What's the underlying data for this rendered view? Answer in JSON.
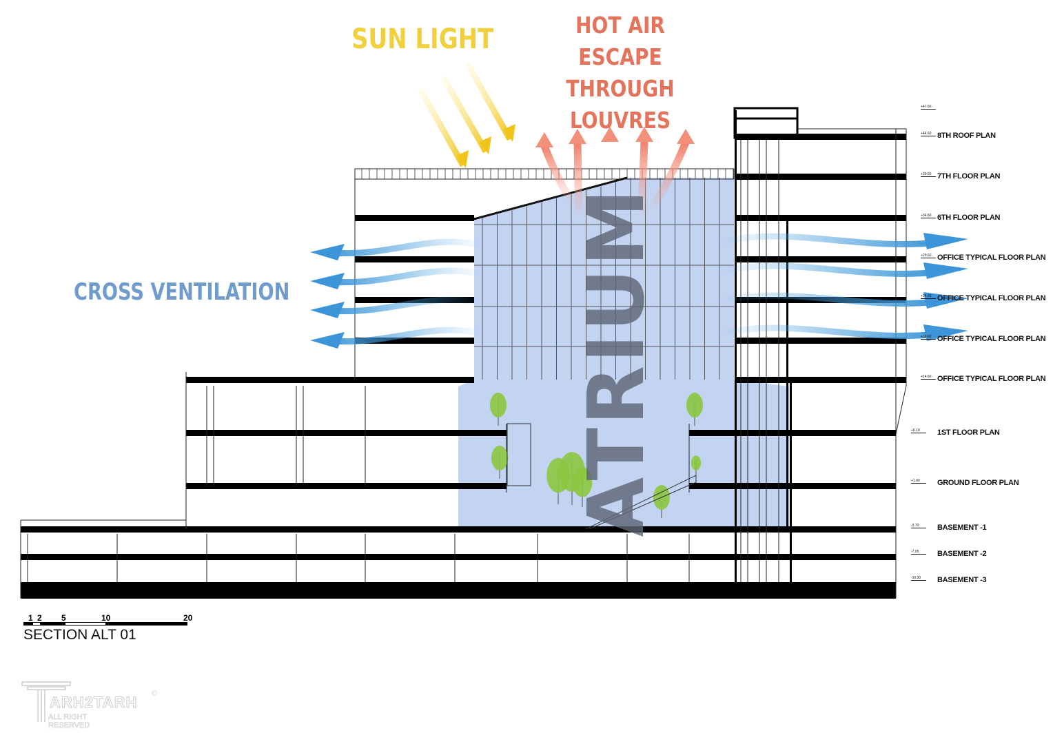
{
  "annotations": {
    "sun_light": "SUN LIGHT",
    "hot_air": [
      "HOT AIR",
      "ESCAPE",
      "THROUGH",
      "LOUVRES"
    ],
    "cross_ventilation": "CROSS VENTILATION",
    "atrium": "ATRIUM"
  },
  "levels": [
    {
      "elev": "+47.60",
      "label": ""
    },
    {
      "elev": "+44.60",
      "label": "8TH ROOF PLAN"
    },
    {
      "elev": "+39.60",
      "label": "7TH FLOOR PLAN"
    },
    {
      "elev": "+34.60",
      "label": "6TH FLOOR PLAN"
    },
    {
      "elev": "+29.60",
      "label": "OFFICE TYPICAL  FLOOR PLAN"
    },
    {
      "elev": "+24.60",
      "label": "OFFICE TYPICAL  FLOOR PLAN"
    },
    {
      "elev": "+19.60",
      "label": "OFFICE TYPICAL  FLOOR PLAN"
    },
    {
      "elev": "+14.60",
      "label": "OFFICE TYPICAL  FLOOR PLAN"
    },
    {
      "elev": "+6.10",
      "label": "1ST FLOOR PLAN"
    },
    {
      "elev": "+1.60",
      "label": "GROUND FLOOR PLAN"
    },
    {
      "elev": "-3.70",
      "label": "BASEMENT -1"
    },
    {
      "elev": "-7.05",
      "label": "BASEMENT -2"
    },
    {
      "elev": "-10.30",
      "label": "BASEMENT -3"
    }
  ],
  "scale_bar": {
    "ticks": [
      "1",
      "2",
      "5",
      "10",
      "20"
    ]
  },
  "section_title": "SECTION ALT 01",
  "watermark": {
    "brand": "ARH2TARH",
    "sub": "ALL RIGHT RESERVED",
    "copyright": "©"
  },
  "colors": {
    "sun": "#f2cf3c",
    "hot_air": "#e3735a",
    "ventilation": "#4aa3e0",
    "atrium_glass": "#c3d4f3",
    "tree": "#8cc63f"
  }
}
